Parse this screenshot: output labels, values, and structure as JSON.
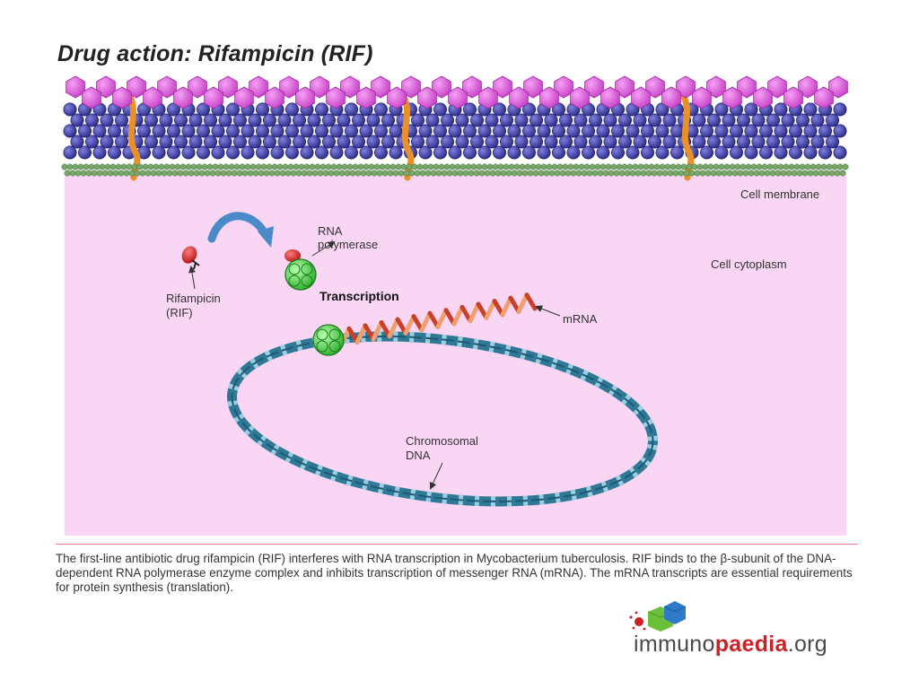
{
  "title": "Drug action: Rifampicin (RIF)",
  "labels": {
    "cell_membrane": "Cell membrane",
    "cell_cytoplasm": "Cell cytoplasm",
    "rna_polymerase_1": "RNA",
    "rna_polymerase_2": "polymerase",
    "rifampicin_1": "Rifampicin",
    "rifampicin_2": "(RIF)",
    "transcription": "Transcription",
    "mrna": "mRNA",
    "dna_1": "Chromosomal",
    "dna_2": "DNA"
  },
  "caption": "The first-line antibiotic drug rifampicin (RIF) interferes with RNA transcription in Mycobacterium tuberculosis. RIF binds to the β-subunit of the DNA-dependent RNA polymerase enzyme complex and inhibits transcription of messenger RNA (mRNA). The mRNA transcripts are essential requirements for protein synthesis (translation).",
  "logo": {
    "part1": "immuno",
    "part2": "paedia",
    "part3": ".org"
  },
  "colors": {
    "cytoplasm": "#f8d6f4",
    "peptidoglycan": "#d84fd8",
    "mycolic": "#3a3a9e",
    "membrane": "#6a9a5a",
    "porin": "#e8902a",
    "dna": "#2f7896",
    "polymerase": "#3ec83e",
    "rifampicin": "#d42020",
    "mrna": "#e07040",
    "arrow": "#4a8ac8",
    "logo_red": "#cc2127"
  }
}
